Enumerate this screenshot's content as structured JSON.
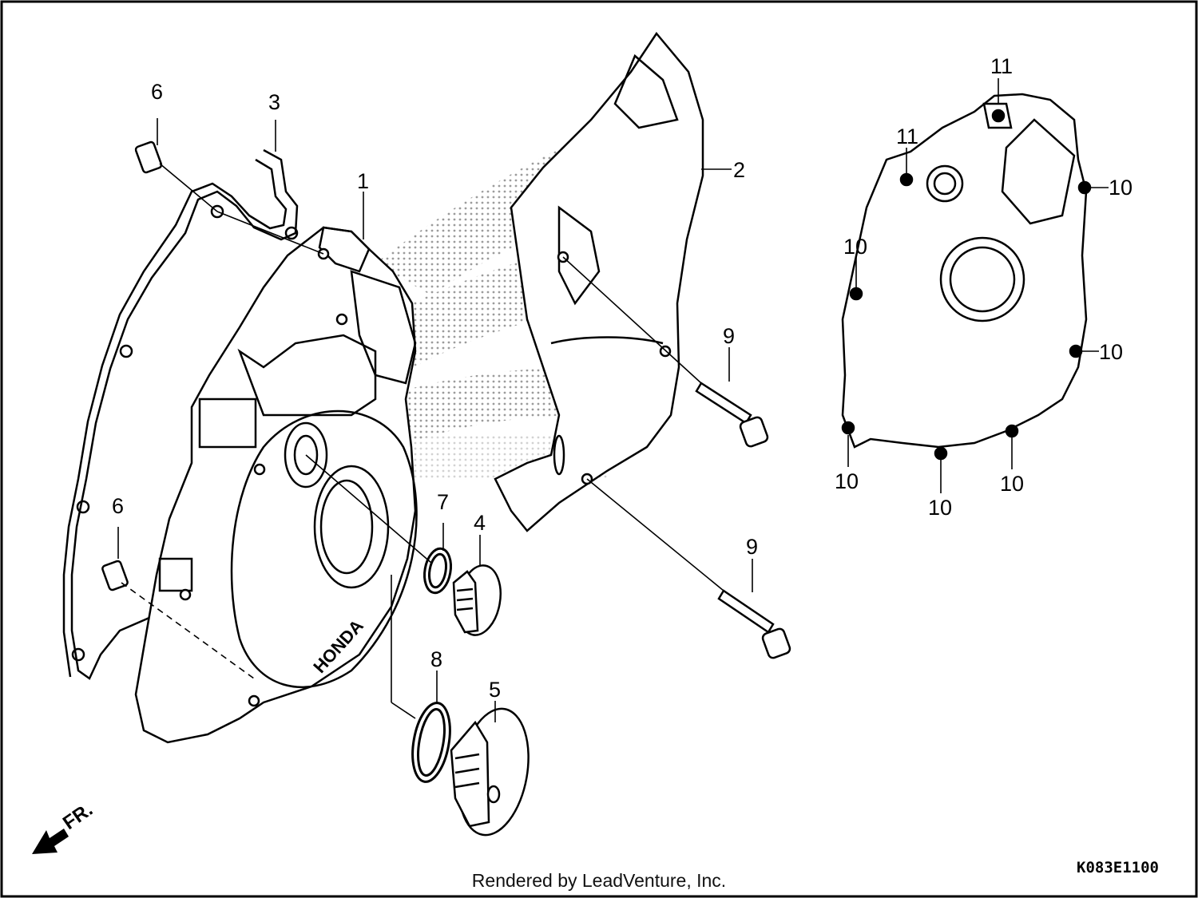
{
  "callouts": {
    "c1": "1",
    "c2": "2",
    "c3": "3",
    "c4": "4",
    "c5": "5",
    "c6a": "6",
    "c6b": "6",
    "c7": "7",
    "c8": "8",
    "c9a": "9",
    "c9b": "9",
    "c10a": "10",
    "c10b": "10",
    "c10c": "10",
    "c10d": "10",
    "c10e": "10",
    "c10f": "10",
    "c11a": "11",
    "c11b": "11"
  },
  "direction_label": "FR.",
  "diagram_code": "K083E1100",
  "footer": "Rendered by LeadVenture, Inc.",
  "colors": {
    "line": "#000000",
    "background": "#ffffff",
    "watermark": "#8a8a8a"
  },
  "watermark": "HONDA wing logo watermark (dotted)"
}
